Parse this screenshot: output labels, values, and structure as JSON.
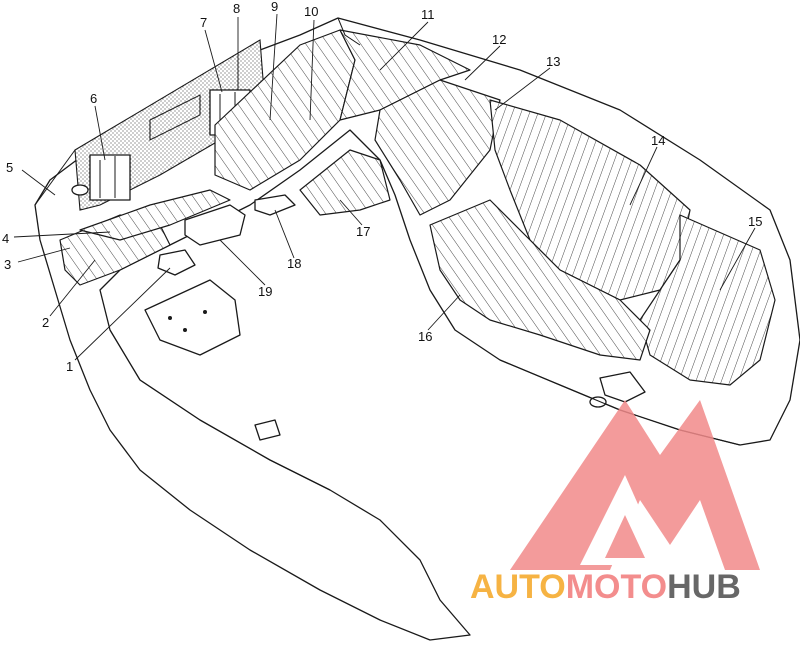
{
  "callouts": [
    {
      "label": "1"
    },
    {
      "label": "2"
    },
    {
      "label": "3"
    },
    {
      "label": "4"
    },
    {
      "label": "5"
    },
    {
      "label": "6"
    },
    {
      "label": "7"
    },
    {
      "label": "8"
    },
    {
      "label": "9"
    },
    {
      "label": "10"
    },
    {
      "label": "11"
    },
    {
      "label": "12"
    },
    {
      "label": "13"
    },
    {
      "label": "14"
    },
    {
      "label": "15"
    },
    {
      "label": "16"
    },
    {
      "label": "17"
    },
    {
      "label": "18"
    },
    {
      "label": "19"
    }
  ],
  "watermark": {
    "part1": "AUTO",
    "part2": "MOTO",
    "part3": "HUB",
    "colors": {
      "auto": "#f5a623",
      "moto": "#f27a7a",
      "hub": "#4d4d4d",
      "triangle": "#f28a8a"
    }
  }
}
